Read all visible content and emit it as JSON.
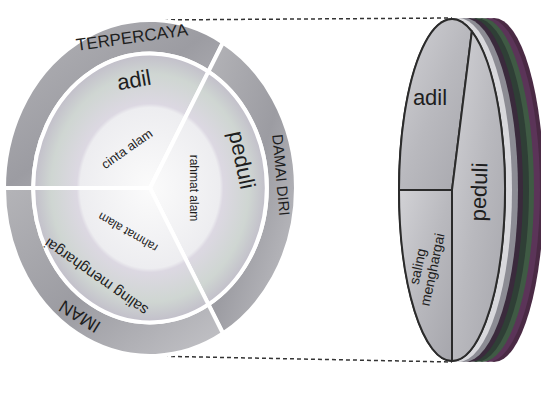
{
  "diagram": {
    "nodes": [
      {
        "text": [
          "TERPERCAYA"
        ]
      },
      {
        "text": [
          "DAMAI DIRI"
        ]
      },
      {
        "text": [
          "IMAN"
        ]
      },
      {
        "text": [
          "adil",
          "cinta alam"
        ]
      },
      {
        "text": [
          "peduli",
          "rahmat alam"
        ]
      },
      {
        "text": [
          "saling menghargai",
          "rahmat alam"
        ]
      },
      {
        "text": [
          "adil"
        ]
      },
      {
        "text": [
          "peduli"
        ]
      },
      {
        "text": [
          "saling menghargai"
        ]
      }
    ]
  }
}
